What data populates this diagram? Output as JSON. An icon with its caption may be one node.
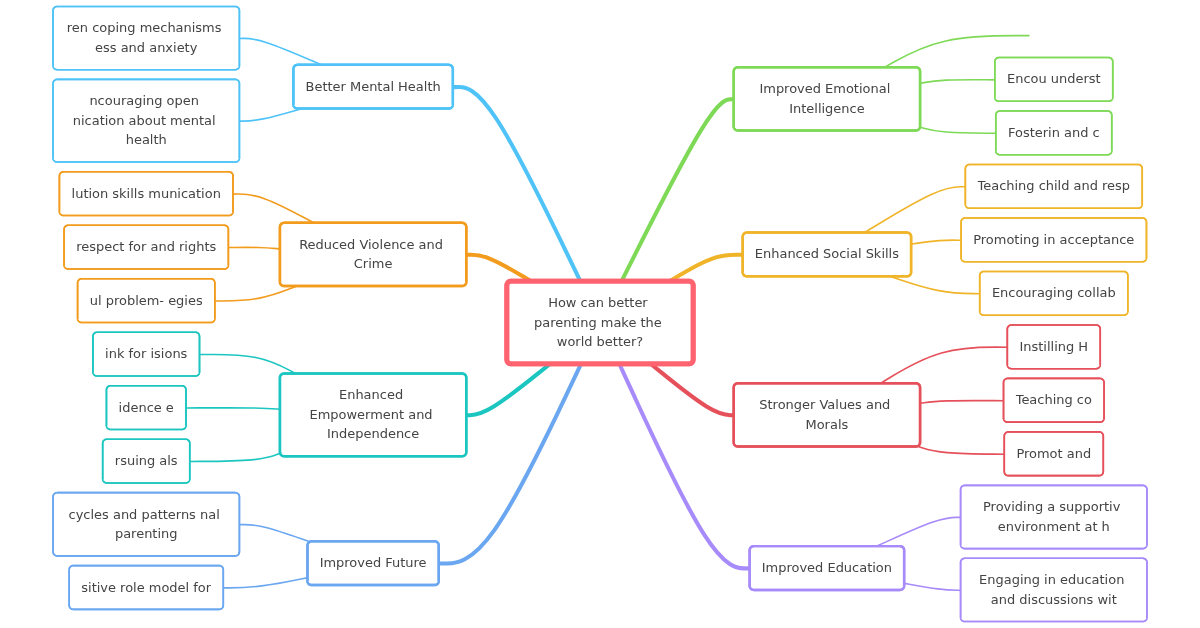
{
  "diagram": {
    "nodes": [
      {
        "text": [
          "How can better parenting make the world better?"
        ]
      },
      {
        "text": [
          "Better Mental Health"
        ]
      },
      {
        "text": [
          "ren coping mechanisms ess and anxiety"
        ]
      },
      {
        "text": [
          "ncouraging open nication about mental health"
        ]
      },
      {
        "text": [
          "Reduced Violence and Crime"
        ]
      },
      {
        "text": [
          "lution skills munication"
        ]
      },
      {
        "text": [
          "respect for and rights"
        ]
      },
      {
        "text": [
          "ul problem- egies"
        ]
      },
      {
        "text": [
          "Enhanced Empowerment and Independence"
        ]
      },
      {
        "text": [
          "ink for isions"
        ]
      },
      {
        "text": [
          "idence e"
        ]
      },
      {
        "text": [
          "rsuing als"
        ]
      },
      {
        "text": [
          "Improved Future"
        ]
      },
      {
        "text": [
          "cycles and patterns nal parenting"
        ]
      },
      {
        "text": [
          "sitive role model for"
        ]
      },
      {
        "text": [
          "Improved Emotional Intelligence"
        ]
      },
      {
        "text": [
          "Encou underst"
        ]
      },
      {
        "text": [
          "Fosterin and c"
        ]
      },
      {
        "text": [
          "Enhanced Social Skills"
        ]
      },
      {
        "text": [
          "Teaching child and resp"
        ]
      },
      {
        "text": [
          "Promoting in acceptance"
        ]
      },
      {
        "text": [
          "Encouraging collab"
        ]
      },
      {
        "text": [
          "Stronger Values and Morals"
        ]
      },
      {
        "text": [
          "Instilling H"
        ]
      },
      {
        "text": [
          "Teaching co"
        ]
      },
      {
        "text": [
          "Promot and"
        ]
      },
      {
        "text": [
          "Improved Education"
        ]
      },
      {
        "text": [
          "Providing a supportiv environment at h"
        ]
      },
      {
        "text": [
          "Engaging in education and discussions wit"
        ]
      }
    ],
    "edges": [
      {
        "from": 1,
        "to": 0,
        "arrow": "none",
        "style": "thick",
        "color": "#4fc3f7"
      },
      {
        "from": 2,
        "to": 1,
        "arrow": "none",
        "color": "#4fc3f7"
      },
      {
        "from": 3,
        "to": 1,
        "arrow": "none",
        "color": "#4fc3f7"
      },
      {
        "from": 4,
        "to": 0,
        "arrow": "none",
        "style": "thick",
        "color": "#f29b1d"
      },
      {
        "from": 5,
        "to": 4,
        "arrow": "none",
        "color": "#f29b1d"
      },
      {
        "from": 6,
        "to": 4,
        "arrow": "none",
        "color": "#f29b1d"
      },
      {
        "from": 7,
        "to": 4,
        "arrow": "none",
        "color": "#f29b1d"
      },
      {
        "from": 8,
        "to": 0,
        "arrow": "none",
        "style": "thick",
        "color": "#1cc6c0"
      },
      {
        "from": 9,
        "to": 8,
        "arrow": "none",
        "color": "#1cc6c0"
      },
      {
        "from": 10,
        "to": 8,
        "arrow": "none",
        "color": "#1cc6c0"
      },
      {
        "from": 11,
        "to": 8,
        "arrow": "none",
        "color": "#1cc6c0"
      },
      {
        "from": 12,
        "to": 0,
        "arrow": "none",
        "style": "thick",
        "color": "#6aa7f0"
      },
      {
        "from": 13,
        "to": 12,
        "arrow": "none",
        "color": "#6aa7f0"
      },
      {
        "from": 14,
        "to": 12,
        "arrow": "none",
        "color": "#6aa7f0"
      },
      {
        "from": 0,
        "to": 15,
        "arrow": "none",
        "style": "thick",
        "color": "#7ed957"
      },
      {
        "from": 15,
        "to": null,
        "arrow": "none",
        "color": "#7ed957"
      },
      {
        "from": 15,
        "to": 16,
        "arrow": "none",
        "color": "#7ed957"
      },
      {
        "from": 15,
        "to": 17,
        "arrow": "none",
        "color": "#7ed957"
      },
      {
        "from": 0,
        "to": 18,
        "arrow": "none",
        "style": "thick",
        "color": "#f0b429"
      },
      {
        "from": 18,
        "to": 19,
        "arrow": "none",
        "color": "#f0b429"
      },
      {
        "from": 18,
        "to": 20,
        "arrow": "none",
        "color": "#f0b429"
      },
      {
        "from": 18,
        "to": 21,
        "arrow": "none",
        "color": "#f0b429"
      },
      {
        "from": 0,
        "to": 22,
        "arrow": "none",
        "style": "thick",
        "color": "#e5505a"
      },
      {
        "from": 22,
        "to": 23,
        "arrow": "none",
        "color": "#e5505a"
      },
      {
        "from": 22,
        "to": 24,
        "arrow": "none",
        "color": "#e5505a"
      },
      {
        "from": 22,
        "to": 25,
        "arrow": "none",
        "color": "#e5505a"
      },
      {
        "from": 0,
        "to": 26,
        "arrow": "none",
        "style": "thick",
        "color": "#a78bfa"
      },
      {
        "from": 26,
        "to": 27,
        "arrow": "none",
        "color": "#a78bfa"
      },
      {
        "from": 26,
        "to": 28,
        "arrow": "none",
        "color": "#a78bfa"
      }
    ]
  }
}
